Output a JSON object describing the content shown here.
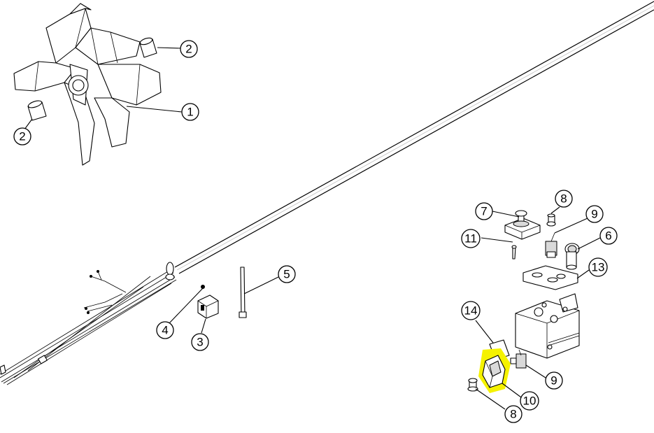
{
  "highlight_color": "#f5f200",
  "callouts": [
    {
      "id": "c1",
      "label": "1"
    },
    {
      "id": "c2a",
      "label": "2"
    },
    {
      "id": "c2b",
      "label": "2"
    },
    {
      "id": "c3",
      "label": "3"
    },
    {
      "id": "c4",
      "label": "4"
    },
    {
      "id": "c5",
      "label": "5"
    },
    {
      "id": "c6",
      "label": "6"
    },
    {
      "id": "c7",
      "label": "7"
    },
    {
      "id": "c8a",
      "label": "8"
    },
    {
      "id": "c8b",
      "label": "8"
    },
    {
      "id": "c9a",
      "label": "9"
    },
    {
      "id": "c9b",
      "label": "9"
    },
    {
      "id": "c10",
      "label": "10"
    },
    {
      "id": "c11",
      "label": "11"
    },
    {
      "id": "c13",
      "label": "13"
    },
    {
      "id": "c14",
      "label": "14"
    }
  ]
}
